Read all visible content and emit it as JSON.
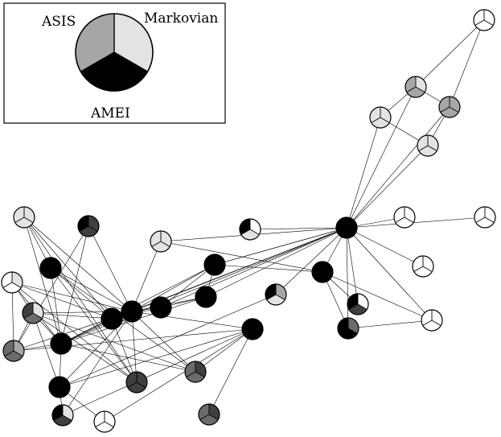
{
  "legend": {
    "labels": {
      "left": "ASIS",
      "right": "Markovian",
      "bottom": "AMEI"
    },
    "colors": {
      "left": "#a6a6a6",
      "right": "#e3e3e3",
      "bottom": "#000000"
    }
  },
  "palette": {
    "W": "#ffffff",
    "L": "#e3e3e3",
    "M": "#a6a6a6",
    "G": "#6b6b6b",
    "D": "#3f3f3f",
    "B": "#000000"
  },
  "nodes": [
    {
      "id": "n0",
      "fill": [
        "W",
        "W",
        "W"
      ]
    },
    {
      "id": "n1",
      "fill": [
        "M",
        "L",
        "M"
      ]
    },
    {
      "id": "n2",
      "fill": [
        "M",
        "M",
        "M"
      ]
    },
    {
      "id": "n3",
      "fill": [
        "L",
        "L",
        "L"
      ]
    },
    {
      "id": "n4",
      "fill": [
        "L",
        "L",
        "L"
      ]
    },
    {
      "id": "n5",
      "fill": [
        "B",
        "B",
        "B"
      ]
    },
    {
      "id": "n6",
      "fill": [
        "W",
        "W",
        "W"
      ]
    },
    {
      "id": "n7",
      "fill": [
        "W",
        "W",
        "W"
      ]
    },
    {
      "id": "n8",
      "fill": [
        "B",
        "W",
        "L"
      ]
    },
    {
      "id": "n9",
      "fill": [
        "W",
        "W",
        "W"
      ]
    },
    {
      "id": "n10",
      "fill": [
        "B",
        "B",
        "B"
      ]
    },
    {
      "id": "n11",
      "fill": [
        "B",
        "B",
        "B"
      ]
    },
    {
      "id": "n12",
      "fill": [
        "B",
        "W",
        "D"
      ]
    },
    {
      "id": "n13",
      "fill": [
        "B",
        "G",
        "B"
      ]
    },
    {
      "id": "n14",
      "fill": [
        "W",
        "W",
        "W"
      ]
    },
    {
      "id": "n15",
      "fill": [
        "B",
        "B",
        "B"
      ]
    },
    {
      "id": "n16",
      "fill": [
        "B",
        "B",
        "B"
      ]
    },
    {
      "id": "n17",
      "fill": [
        "B",
        "M",
        "L"
      ]
    },
    {
      "id": "n18",
      "fill": [
        "B",
        "B",
        "B"
      ]
    },
    {
      "id": "n19",
      "fill": [
        "B",
        "B",
        "B"
      ]
    },
    {
      "id": "n20",
      "fill": [
        "B",
        "B",
        "B"
      ]
    },
    {
      "id": "n21",
      "fill": [
        "B",
        "B",
        "B"
      ]
    },
    {
      "id": "n22",
      "fill": [
        "G",
        "D",
        "G"
      ]
    },
    {
      "id": "n23",
      "fill": [
        "B",
        "B",
        "B"
      ]
    },
    {
      "id": "n24",
      "fill": [
        "D",
        "D",
        "D"
      ]
    },
    {
      "id": "n25",
      "fill": [
        "L",
        "L",
        "L"
      ]
    },
    {
      "id": "n26",
      "fill": [
        "W",
        "L",
        "W"
      ]
    },
    {
      "id": "n27",
      "fill": [
        "G",
        "M",
        "G"
      ]
    },
    {
      "id": "n28",
      "fill": [
        "B",
        "D",
        "D"
      ]
    },
    {
      "id": "n29",
      "fill": [
        "B",
        "B",
        "B"
      ]
    },
    {
      "id": "n30",
      "fill": [
        "D",
        "L",
        "G"
      ]
    },
    {
      "id": "n31",
      "fill": [
        "B",
        "L",
        "D"
      ]
    },
    {
      "id": "n32",
      "fill": [
        "W",
        "W",
        "W"
      ]
    },
    {
      "id": "n33",
      "fill": [
        "G",
        "D",
        "G"
      ]
    },
    {
      "id": "n34",
      "fill": [
        "L",
        "L",
        "L"
      ]
    },
    {
      "id": "n35",
      "fill": [
        "B",
        "D",
        "M"
      ]
    },
    {
      "id": "n36",
      "fill": [
        "M",
        "L",
        "M"
      ]
    },
    {
      "id": "n37",
      "fill": [
        "B",
        "W",
        "G"
      ]
    },
    {
      "id": "n38",
      "fill": [
        "M",
        "L",
        "M"
      ]
    },
    {
      "id": "n39",
      "fill": [
        "W",
        "W",
        "W"
      ]
    },
    {
      "id": "n40",
      "fill": [
        "B",
        "B",
        "B"
      ]
    },
    {
      "id": "n41",
      "fill": [
        "W",
        "W",
        "W"
      ]
    }
  ],
  "edges": [
    [
      "n0",
      "n1"
    ],
    [
      "n0",
      "n2"
    ],
    [
      "n1",
      "n2"
    ],
    [
      "n1",
      "n3"
    ],
    [
      "n2",
      "n4"
    ],
    [
      "n3",
      "n4"
    ],
    [
      "n2",
      "n5"
    ],
    [
      "n3",
      "n5"
    ],
    [
      "n4",
      "n5"
    ],
    [
      "n1",
      "n5"
    ],
    [
      "n5",
      "n6"
    ],
    [
      "n5",
      "n7"
    ],
    [
      "n5",
      "n8"
    ],
    [
      "n5",
      "n9"
    ],
    [
      "n5",
      "n10"
    ],
    [
      "n5",
      "n11"
    ],
    [
      "n5",
      "n12"
    ],
    [
      "n5",
      "n13"
    ],
    [
      "n5",
      "n15"
    ],
    [
      "n5",
      "n16"
    ],
    [
      "n5",
      "n19"
    ],
    [
      "n5",
      "n20"
    ],
    [
      "n5",
      "n21"
    ],
    [
      "n10",
      "n14"
    ],
    [
      "n10",
      "n13"
    ],
    [
      "n10",
      "n12"
    ],
    [
      "n10",
      "n37"
    ],
    [
      "n11",
      "n15"
    ],
    [
      "n11",
      "n16"
    ],
    [
      "n11",
      "n19"
    ],
    [
      "n11",
      "n21"
    ],
    [
      "n11",
      "n38"
    ],
    [
      "n15",
      "n16"
    ],
    [
      "n15",
      "n19"
    ],
    [
      "n15",
      "n21"
    ],
    [
      "n16",
      "n19"
    ],
    [
      "n16",
      "n20"
    ],
    [
      "n18",
      "n22"
    ],
    [
      "n18",
      "n19"
    ],
    [
      "n18",
      "n27"
    ],
    [
      "n18",
      "n29"
    ],
    [
      "n18",
      "n31"
    ],
    [
      "n18",
      "n32"
    ],
    [
      "n18",
      "n33"
    ],
    [
      "n19",
      "n20"
    ],
    [
      "n19",
      "n21"
    ],
    [
      "n19",
      "n22"
    ],
    [
      "n19",
      "n23"
    ],
    [
      "n19",
      "n24"
    ],
    [
      "n19",
      "n25"
    ],
    [
      "n19",
      "n26"
    ],
    [
      "n19",
      "n27"
    ],
    [
      "n19",
      "n28"
    ],
    [
      "n19",
      "n29"
    ],
    [
      "n19",
      "n30"
    ],
    [
      "n19",
      "n31"
    ],
    [
      "n19",
      "n34"
    ],
    [
      "n20",
      "n21"
    ],
    [
      "n20",
      "n23"
    ],
    [
      "n20",
      "n24"
    ],
    [
      "n20",
      "n25"
    ],
    [
      "n20",
      "n26"
    ],
    [
      "n20",
      "n30"
    ],
    [
      "n21",
      "n22"
    ],
    [
      "n21",
      "n23"
    ],
    [
      "n21",
      "n25"
    ],
    [
      "n21",
      "n26"
    ],
    [
      "n21",
      "n27"
    ],
    [
      "n21",
      "n28"
    ],
    [
      "n21",
      "n29"
    ],
    [
      "n21",
      "n30"
    ],
    [
      "n22",
      "n23"
    ],
    [
      "n22",
      "n30"
    ],
    [
      "n23",
      "n24"
    ],
    [
      "n23",
      "n25"
    ],
    [
      "n24",
      "n25"
    ],
    [
      "n24",
      "n26"
    ],
    [
      "n24",
      "n30"
    ],
    [
      "n26",
      "n27"
    ],
    [
      "n26",
      "n30"
    ],
    [
      "n27",
      "n28"
    ],
    [
      "n27",
      "n30"
    ],
    [
      "n29",
      "n30"
    ],
    [
      "n29",
      "n31"
    ],
    [
      "n29",
      "n32"
    ],
    [
      "n17",
      "n29"
    ],
    [
      "n17",
      "n40"
    ],
    [
      "n38",
      "n40"
    ],
    [
      "n38",
      "n36"
    ],
    [
      "n40",
      "n35"
    ],
    [
      "n40",
      "n37"
    ],
    [
      "n40",
      "n36"
    ],
    [
      "n35",
      "n37"
    ],
    [
      "n35",
      "n36"
    ],
    [
      "n40",
      "n39"
    ],
    [
      "n40",
      "n41"
    ],
    [
      "n40",
      "n34"
    ],
    [
      "n35",
      "n34"
    ],
    [
      "n36",
      "n34"
    ],
    [
      "n37",
      "n39"
    ]
  ]
}
